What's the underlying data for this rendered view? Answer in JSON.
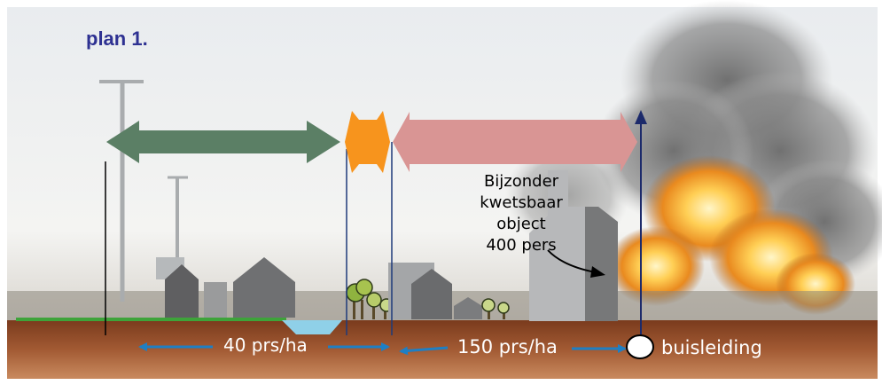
{
  "title": "plan 1.",
  "zones": {
    "left_density": "40 prs/ha",
    "right_density": "150 prs/ha"
  },
  "object_label": {
    "line1": "Bijzonder",
    "line2": "kwetsbaar object",
    "line3": "400 pers"
  },
  "pipeline_label": "buisleiding",
  "colors": {
    "title": "#2e3192",
    "green_arrow": "#5b7f65",
    "orange_arrow": "#f7941d",
    "pink_arrow": "#d99594",
    "blue_arrow": "#1e7fc4",
    "ground": "#8b4a2b",
    "grass": "#3ea33a",
    "water": "#7fc3df",
    "buildings": "#6d6e71"
  }
}
